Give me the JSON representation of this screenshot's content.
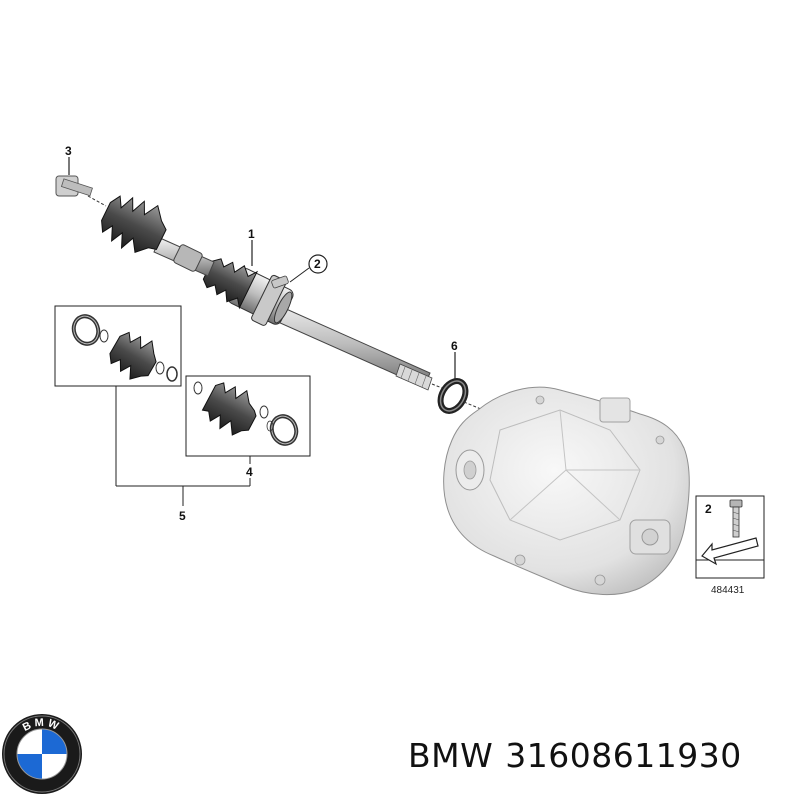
{
  "diagram": {
    "callouts": {
      "c1": "1",
      "c2": "2",
      "c3": "3",
      "c4": "4",
      "c5": "5",
      "c6": "6",
      "inset_2": "2"
    },
    "reference_number": "484431"
  },
  "caption": {
    "brand": "BMW",
    "part_number": "31608611930"
  },
  "logo": {
    "text": "BMW",
    "colors": {
      "blue": "#1c69d4",
      "white": "#ffffff",
      "ring": "#1a1a1a"
    }
  }
}
